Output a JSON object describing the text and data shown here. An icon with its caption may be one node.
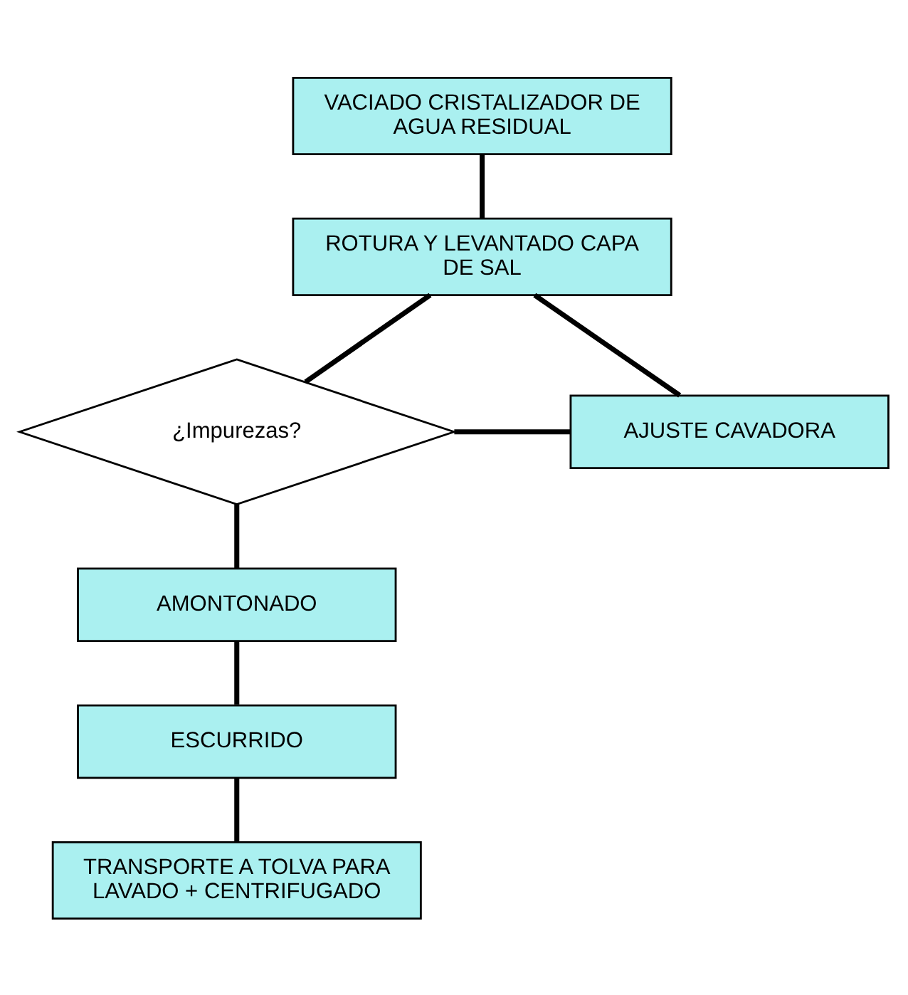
{
  "diagram": {
    "nodes": [
      {
        "text": [
          "VACIADO CRISTALIZADOR DE AGUA RESIDUAL"
        ]
      },
      {
        "text": [
          "ROTURA Y LEVANTADO CAPA DE SAL"
        ]
      },
      {
        "text": [
          "¿Impurezas?"
        ]
      },
      {
        "text": [
          "AJUSTE CAVADORA"
        ]
      },
      {
        "text": [
          "AMONTONADO"
        ]
      },
      {
        "text": [
          "ESCURRIDO"
        ]
      },
      {
        "text": [
          "TRANSPORTE A TOLVA PARA LAVADO + CENTRIFUGADO"
        ]
      }
    ],
    "edges": [
      {
        "from": 0,
        "to": 1,
        "arrow": "none"
      },
      {
        "from": 1,
        "to": 2,
        "arrow": "none"
      },
      {
        "from": 2,
        "to": 3,
        "arrow": "none"
      },
      {
        "from": 3,
        "to": 1,
        "arrow": "none"
      },
      {
        "from": 2,
        "to": 4,
        "arrow": "none"
      },
      {
        "from": 4,
        "to": 5,
        "arrow": "none"
      },
      {
        "from": 5,
        "to": 6,
        "arrow": "none"
      }
    ]
  }
}
